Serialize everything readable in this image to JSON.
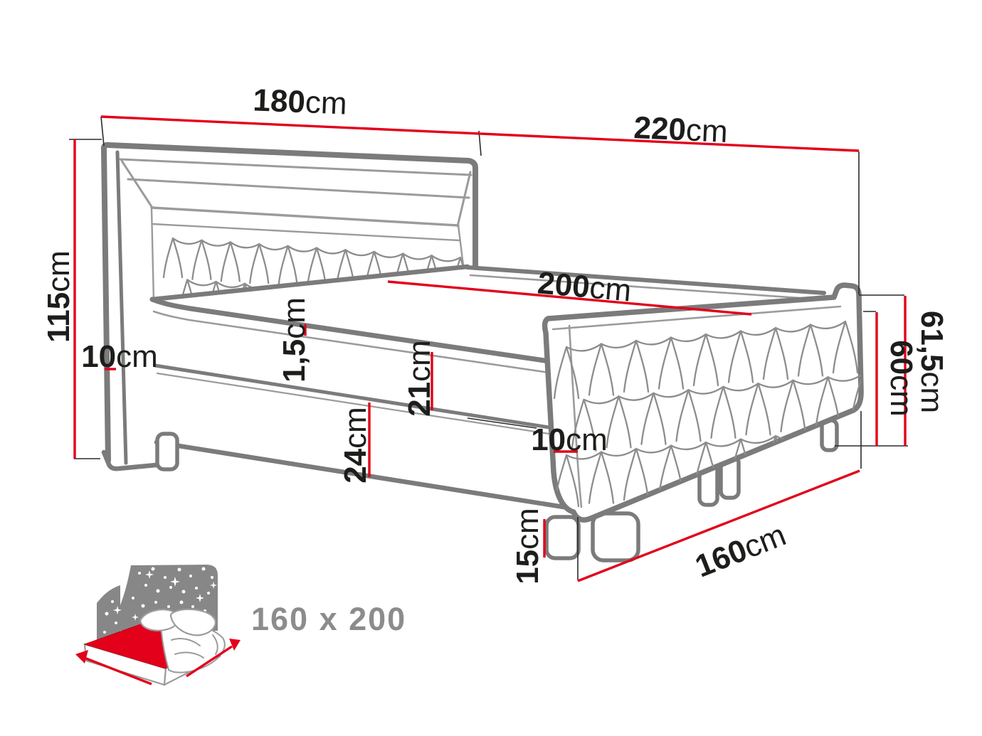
{
  "dimensions": {
    "headboard_width": {
      "value": "180",
      "unit": "cm"
    },
    "total_length": {
      "value": "220",
      "unit": "cm"
    },
    "headboard_height": {
      "value": "115",
      "unit": "cm"
    },
    "headboard_depth": {
      "value": "10",
      "unit": "cm"
    },
    "mattress_length": {
      "value": "200",
      "unit": "cm"
    },
    "topper_height": {
      "value": "1,5",
      "unit": "cm"
    },
    "mattress_height": {
      "value": "21",
      "unit": "cm"
    },
    "base_height": {
      "value": "24",
      "unit": "cm"
    },
    "footboard_depth": {
      "value": "10",
      "unit": "cm"
    },
    "footboard_total_height": {
      "value": "61,5",
      "unit": "cm"
    },
    "footboard_height": {
      "value": "60",
      "unit": "cm"
    },
    "leg_height": {
      "value": "15",
      "unit": "cm"
    },
    "bed_width": {
      "value": "160",
      "unit": "cm"
    }
  },
  "badge": {
    "size_label": "160 x 200"
  },
  "icons": {
    "bed_size_icon": "starry-headboard-bed-with-red-mattress-and-arrows"
  },
  "colors": {
    "dimension_red": "#e2001a",
    "outline_grey": "#7b7b7b",
    "detail_grey": "#9b9b9b",
    "label_black": "#1d1d1b",
    "icon_grey": "#878787",
    "badge_text_grey": "#8c8c8c"
  }
}
